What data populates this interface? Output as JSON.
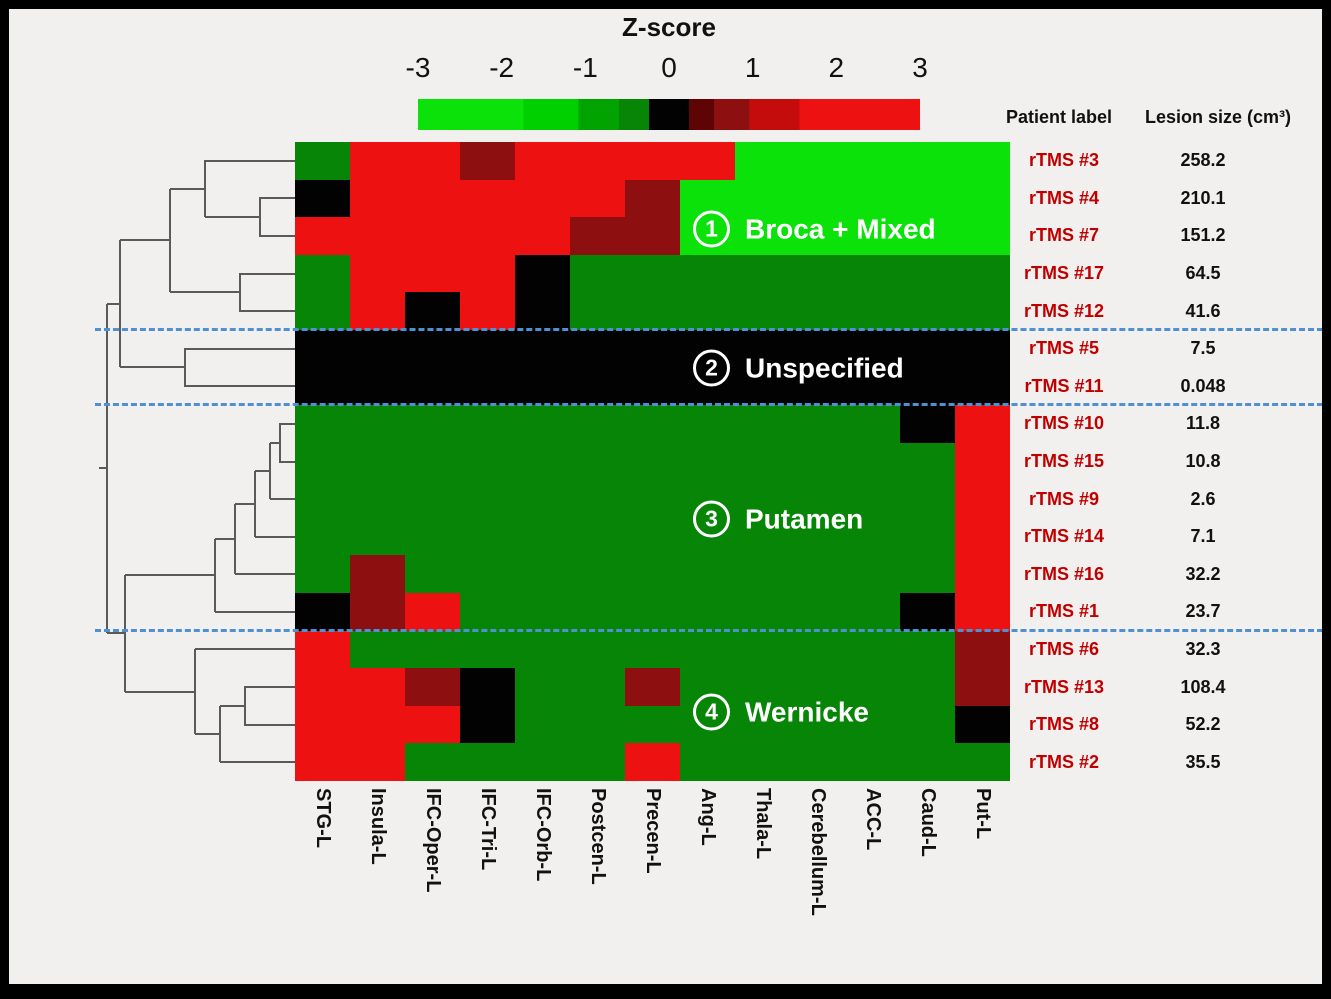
{
  "title": "Z-score",
  "colorbar": {
    "ticks": [
      "-3",
      "-2",
      "-1",
      "0",
      "1",
      "2",
      "3"
    ],
    "range": [
      -3,
      3
    ]
  },
  "table": {
    "patient_header": "Patient label",
    "lesion_header": "Lesion size (cm³)"
  },
  "clusters": [
    {
      "number": "1",
      "name": "Broca + Mixed",
      "patients": [
        "rTMS #3",
        "rTMS #4",
        "rTMS #7",
        "rTMS #17",
        "rTMS #12"
      ]
    },
    {
      "number": "2",
      "name": "Unspecified",
      "patients": [
        "rTMS #5",
        "rTMS #11"
      ]
    },
    {
      "number": "3",
      "name": "Putamen",
      "patients": [
        "rTMS #10",
        "rTMS #15",
        "rTMS #9",
        "rTMS #14",
        "rTMS #16",
        "rTMS #1"
      ]
    },
    {
      "number": "4",
      "name": "Wernicke",
      "patients": [
        "rTMS #6",
        "rTMS #13",
        "rTMS #8",
        "rTMS #2"
      ]
    }
  ],
  "chart_data": {
    "type": "heatmap",
    "title": "Z-score",
    "colorbar_range": [
      -3,
      3
    ],
    "columns": [
      "STG-L",
      "Insula-L",
      "IFC-Oper-L",
      "IFC-Tri-L",
      "IFC-Orb-L",
      "Postcen-L",
      "Precen-L",
      "Ang-L",
      "Thala-L",
      "Cerebellum-L",
      "ACC-L",
      "Caud-L",
      "Put-L"
    ],
    "value_scale": {
      "bg": -3,
      "g": -1,
      "k": 0,
      "dr": 1.5,
      "r": 3
    },
    "color_map": {
      "bg": "#0ae20a",
      "g": "#068506",
      "k": "#020202",
      "dr": "#8e0f0f",
      "r": "#ee1111"
    },
    "rows": [
      {
        "patient": "rTMS #3",
        "lesion_size_cm3": "258.2",
        "values": [
          "g",
          "r",
          "r",
          "dr",
          "r",
          "r",
          "r",
          "r",
          "bg",
          "bg",
          "bg",
          "bg",
          "bg"
        ]
      },
      {
        "patient": "rTMS #4",
        "lesion_size_cm3": "210.1",
        "values": [
          "k",
          "r",
          "r",
          "r",
          "r",
          "r",
          "dr",
          "bg",
          "bg",
          "bg",
          "bg",
          "bg",
          "bg"
        ]
      },
      {
        "patient": "rTMS #7",
        "lesion_size_cm3": "151.2",
        "values": [
          "r",
          "r",
          "r",
          "r",
          "r",
          "dr",
          "dr",
          "bg",
          "bg",
          "bg",
          "bg",
          "bg",
          "bg"
        ]
      },
      {
        "patient": "rTMS #17",
        "lesion_size_cm3": "64.5",
        "values": [
          "g",
          "r",
          "r",
          "r",
          "k",
          "g",
          "g",
          "g",
          "g",
          "g",
          "g",
          "g",
          "g"
        ]
      },
      {
        "patient": "rTMS #12",
        "lesion_size_cm3": "41.6",
        "values": [
          "g",
          "r",
          "k",
          "r",
          "k",
          "g",
          "g",
          "g",
          "g",
          "g",
          "g",
          "g",
          "g"
        ]
      },
      {
        "patient": "rTMS #5",
        "lesion_size_cm3": "7.5",
        "values": [
          "k",
          "k",
          "k",
          "k",
          "k",
          "k",
          "k",
          "k",
          "k",
          "k",
          "k",
          "k",
          "k"
        ]
      },
      {
        "patient": "rTMS #11",
        "lesion_size_cm3": "0.048",
        "values": [
          "k",
          "k",
          "k",
          "k",
          "k",
          "k",
          "k",
          "k",
          "k",
          "k",
          "k",
          "k",
          "k"
        ]
      },
      {
        "patient": "rTMS #10",
        "lesion_size_cm3": "11.8",
        "values": [
          "g",
          "g",
          "g",
          "g",
          "g",
          "g",
          "g",
          "g",
          "g",
          "g",
          "g",
          "k",
          "r"
        ]
      },
      {
        "patient": "rTMS #15",
        "lesion_size_cm3": "10.8",
        "values": [
          "g",
          "g",
          "g",
          "g",
          "g",
          "g",
          "g",
          "g",
          "g",
          "g",
          "g",
          "g",
          "r"
        ]
      },
      {
        "patient": "rTMS #9",
        "lesion_size_cm3": "2.6",
        "values": [
          "g",
          "g",
          "g",
          "g",
          "g",
          "g",
          "g",
          "g",
          "g",
          "g",
          "g",
          "g",
          "r"
        ]
      },
      {
        "patient": "rTMS #14",
        "lesion_size_cm3": "7.1",
        "values": [
          "g",
          "g",
          "g",
          "g",
          "g",
          "g",
          "g",
          "g",
          "g",
          "g",
          "g",
          "g",
          "r"
        ]
      },
      {
        "patient": "rTMS #16",
        "lesion_size_cm3": "32.2",
        "values": [
          "g",
          "dr",
          "g",
          "g",
          "g",
          "g",
          "g",
          "g",
          "g",
          "g",
          "g",
          "g",
          "r"
        ]
      },
      {
        "patient": "rTMS #1",
        "lesion_size_cm3": "23.7",
        "values": [
          "k",
          "dr",
          "r",
          "g",
          "g",
          "g",
          "g",
          "g",
          "g",
          "g",
          "g",
          "k",
          "r"
        ]
      },
      {
        "patient": "rTMS #6",
        "lesion_size_cm3": "32.3",
        "values": [
          "r",
          "g",
          "g",
          "g",
          "g",
          "g",
          "g",
          "g",
          "g",
          "g",
          "g",
          "g",
          "dr"
        ]
      },
      {
        "patient": "rTMS #13",
        "lesion_size_cm3": "108.4",
        "values": [
          "r",
          "r",
          "dr",
          "k",
          "g",
          "g",
          "dr",
          "g",
          "g",
          "g",
          "g",
          "g",
          "dr"
        ]
      },
      {
        "patient": "rTMS #8",
        "lesion_size_cm3": "52.2",
        "values": [
          "r",
          "r",
          "r",
          "k",
          "g",
          "g",
          "g",
          "g",
          "g",
          "g",
          "g",
          "g",
          "k"
        ]
      },
      {
        "patient": "rTMS #2",
        "lesion_size_cm3": "35.5",
        "values": [
          "r",
          "r",
          "g",
          "g",
          "g",
          "g",
          "r",
          "g",
          "g",
          "g",
          "g",
          "g",
          "g"
        ]
      }
    ]
  }
}
